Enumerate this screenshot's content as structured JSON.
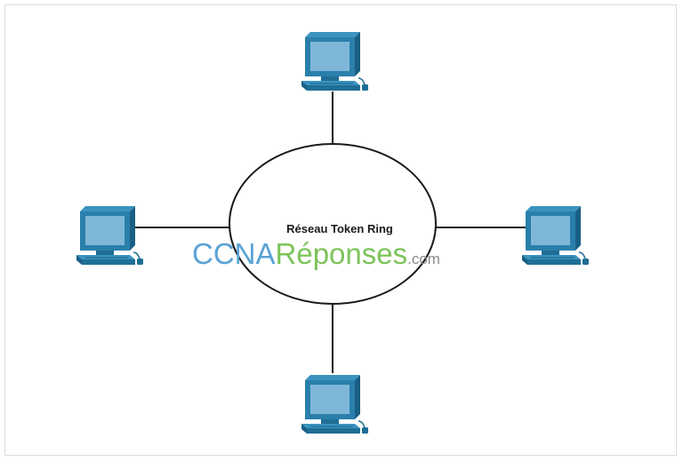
{
  "ring": {
    "label": "Réseau Token Ring"
  },
  "watermark": {
    "part1": "CCNA",
    "part2": "Réponses",
    "part3": ".com"
  },
  "nodes": [
    {
      "id": "top",
      "icon": "computer-icon"
    },
    {
      "id": "left",
      "icon": "computer-icon"
    },
    {
      "id": "right",
      "icon": "computer-icon"
    },
    {
      "id": "bottom",
      "icon": "computer-icon"
    }
  ],
  "colors": {
    "computer_dark": "#1f6e96",
    "computer_mid": "#2f86b3",
    "computer_screen": "#7fb7d9",
    "line": "#1a1a1a"
  }
}
